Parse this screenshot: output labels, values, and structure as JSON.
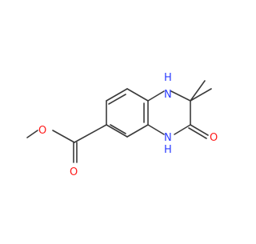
{
  "diagram": {
    "type": "chemical-structure",
    "atom_labels": {
      "n1": "H\nN",
      "n4": "N\nH",
      "o_carbonyl": "O",
      "o_ester_single": "O",
      "o_ester_double": "O"
    },
    "text": {
      "n1_h": "H",
      "n1_n": "N",
      "n4_n": "N",
      "n4_h": "H",
      "o_carbonyl": "O",
      "o_ester_single": "O",
      "o_ester_double": "O"
    },
    "colors": {
      "bond": "#3a3a3a",
      "nitrogen": "#2b3cff",
      "oxygen": "#ff1a1a"
    }
  }
}
